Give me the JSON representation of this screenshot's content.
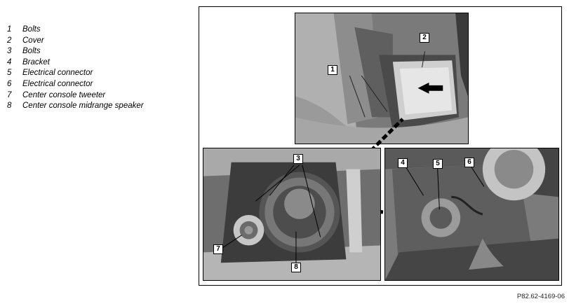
{
  "legend": [
    {
      "num": "1",
      "label": "Bolts"
    },
    {
      "num": "2",
      "label": "Cover"
    },
    {
      "num": "3",
      "label": "Bolts"
    },
    {
      "num": "4",
      "label": "Bracket"
    },
    {
      "num": "5",
      "label": "Electrical connector"
    },
    {
      "num": "6",
      "label": "Electrical connector"
    },
    {
      "num": "7",
      "label": "Center console tweeter"
    },
    {
      "num": "8",
      "label": "Center console midrange speaker"
    }
  ],
  "callouts": {
    "c1": "1",
    "c2": "2",
    "c3": "3",
    "c4": "4",
    "c5": "5",
    "c6": "6",
    "c7": "7",
    "c8": "8"
  },
  "figure_id": "P82.62-4169-06"
}
